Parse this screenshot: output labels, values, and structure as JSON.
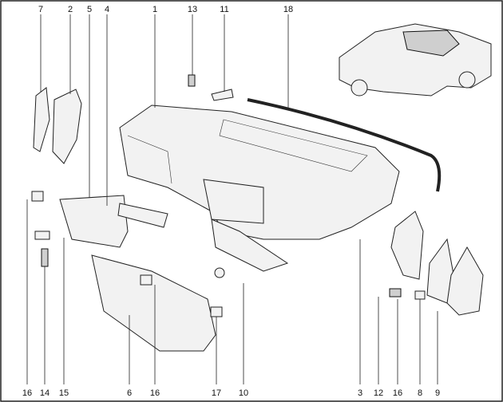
{
  "diagram": {
    "callouts_top": [
      "7",
      "2",
      "5",
      "4",
      "1",
      "13",
      "11",
      "18"
    ],
    "callouts_bottom": [
      "16",
      "14",
      "15",
      "6",
      "16",
      "17",
      "10",
      "3",
      "12",
      "16",
      "8",
      "9"
    ]
  }
}
